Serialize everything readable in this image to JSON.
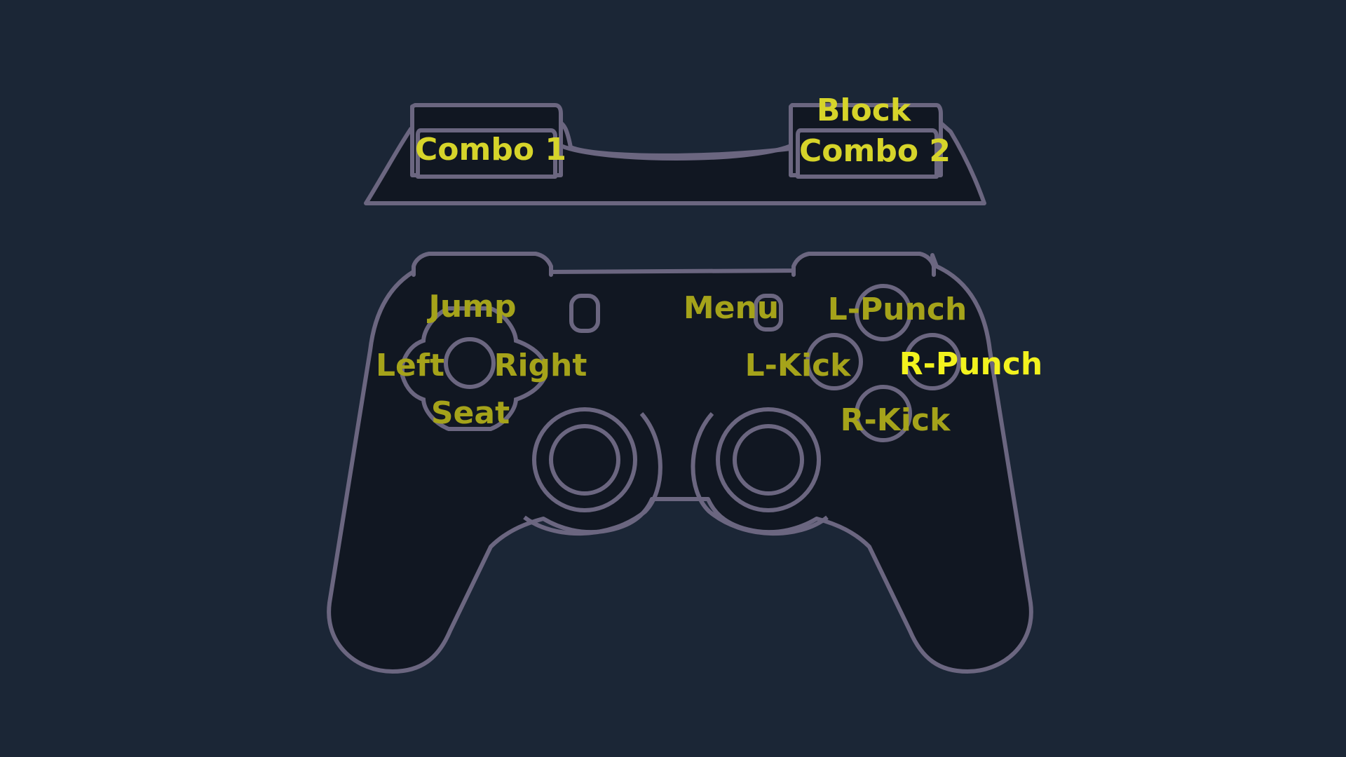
{
  "colors": {
    "background": "#1b2636",
    "controller_fill": "#111722",
    "outline": "#6b6680",
    "label": "#a5a31a",
    "label_bright": "#d6d42a",
    "label_highlight": "#f2f21e"
  },
  "bindings": {
    "combo_1": "Combo 1",
    "combo_2": "Combo 2",
    "block": "Block",
    "jump": "Jump",
    "left": "Left",
    "right": "Right",
    "seat": "Seat",
    "menu": "Menu",
    "l_punch": "L-Punch",
    "r_punch": "R-Punch",
    "l_kick": "L-Kick",
    "r_kick": "R-Kick"
  }
}
